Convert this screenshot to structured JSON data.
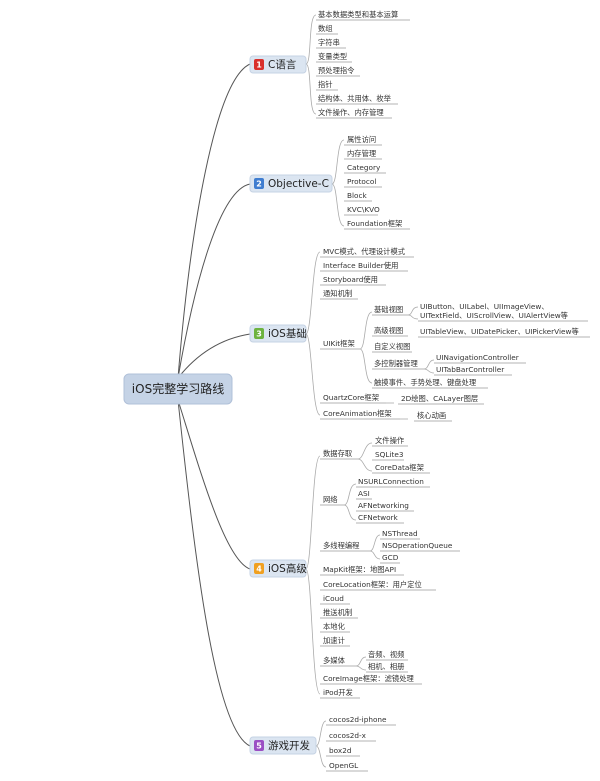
{
  "root": {
    "label": "iOS完整学习路线"
  },
  "branches": [
    {
      "num": "1",
      "label": "C语言",
      "color": "#d9302c",
      "items": [
        "基本数据类型和基本运算",
        "数组",
        "字符串",
        "变量类型",
        "预处理指令",
        "指针",
        "结构体、共用体、枚举",
        "文件操作、内存管理"
      ]
    },
    {
      "num": "2",
      "label": "Objective-C",
      "color": "#3f7dd0",
      "items": [
        "属性访问",
        "内存管理",
        "Category",
        "Protocol",
        "Block",
        "KVC\\KVO",
        "Foundation框架"
      ]
    },
    {
      "num": "3",
      "label": "iOS基础",
      "color": "#6db33f",
      "items": [
        "MVC模式、代理设计模式",
        "Interface Builder使用",
        "Storyboard使用",
        "通知机制",
        "UIKit框架",
        "QuartzCore框架",
        "CoreAnimation框架"
      ],
      "uikit": {
        "items": [
          "基础视图",
          "高级视图",
          "自定义视图",
          "多控制器管理",
          "触摸事件、手势处理、键盘处理"
        ],
        "basic_views": [
          "UIButton、UILabel、UIImageView、",
          "UITextField、UIScrollView、UIAlertView等"
        ],
        "advanced_views": "UITableView、UIDatePicker、UIPickerView等",
        "controllers": [
          "UINavigationController",
          "UITabBarController"
        ]
      },
      "quartz": "2D绘图、CALayer图层",
      "core_animation": "核心动画"
    },
    {
      "num": "4",
      "label": "iOS高级",
      "color": "#f0a020",
      "items": [
        "数据存取",
        "网络",
        "多线程编程",
        "MapKit框架：地图API",
        "CoreLocation框架：用户定位",
        "iCoud",
        "推送机制",
        "本地化",
        "加速计",
        "多媒体",
        "CoreImage框架：滤镜处理",
        "iPod开发"
      ],
      "storage": [
        "文件操作",
        "SQLite3",
        "CoreData框架"
      ],
      "network": [
        "NSURLConnection",
        "ASI",
        "AFNetworking",
        "CFNetwork"
      ],
      "threads": [
        "NSThread",
        "NSOperationQueue",
        "GCD"
      ],
      "media": [
        "音频、视频",
        "相机、相册"
      ]
    },
    {
      "num": "5",
      "label": "游戏开发",
      "color": "#9b4fc4",
      "items": [
        "cocos2d-iphone",
        "cocos2d-x",
        "box2d",
        "OpenGL"
      ]
    }
  ]
}
